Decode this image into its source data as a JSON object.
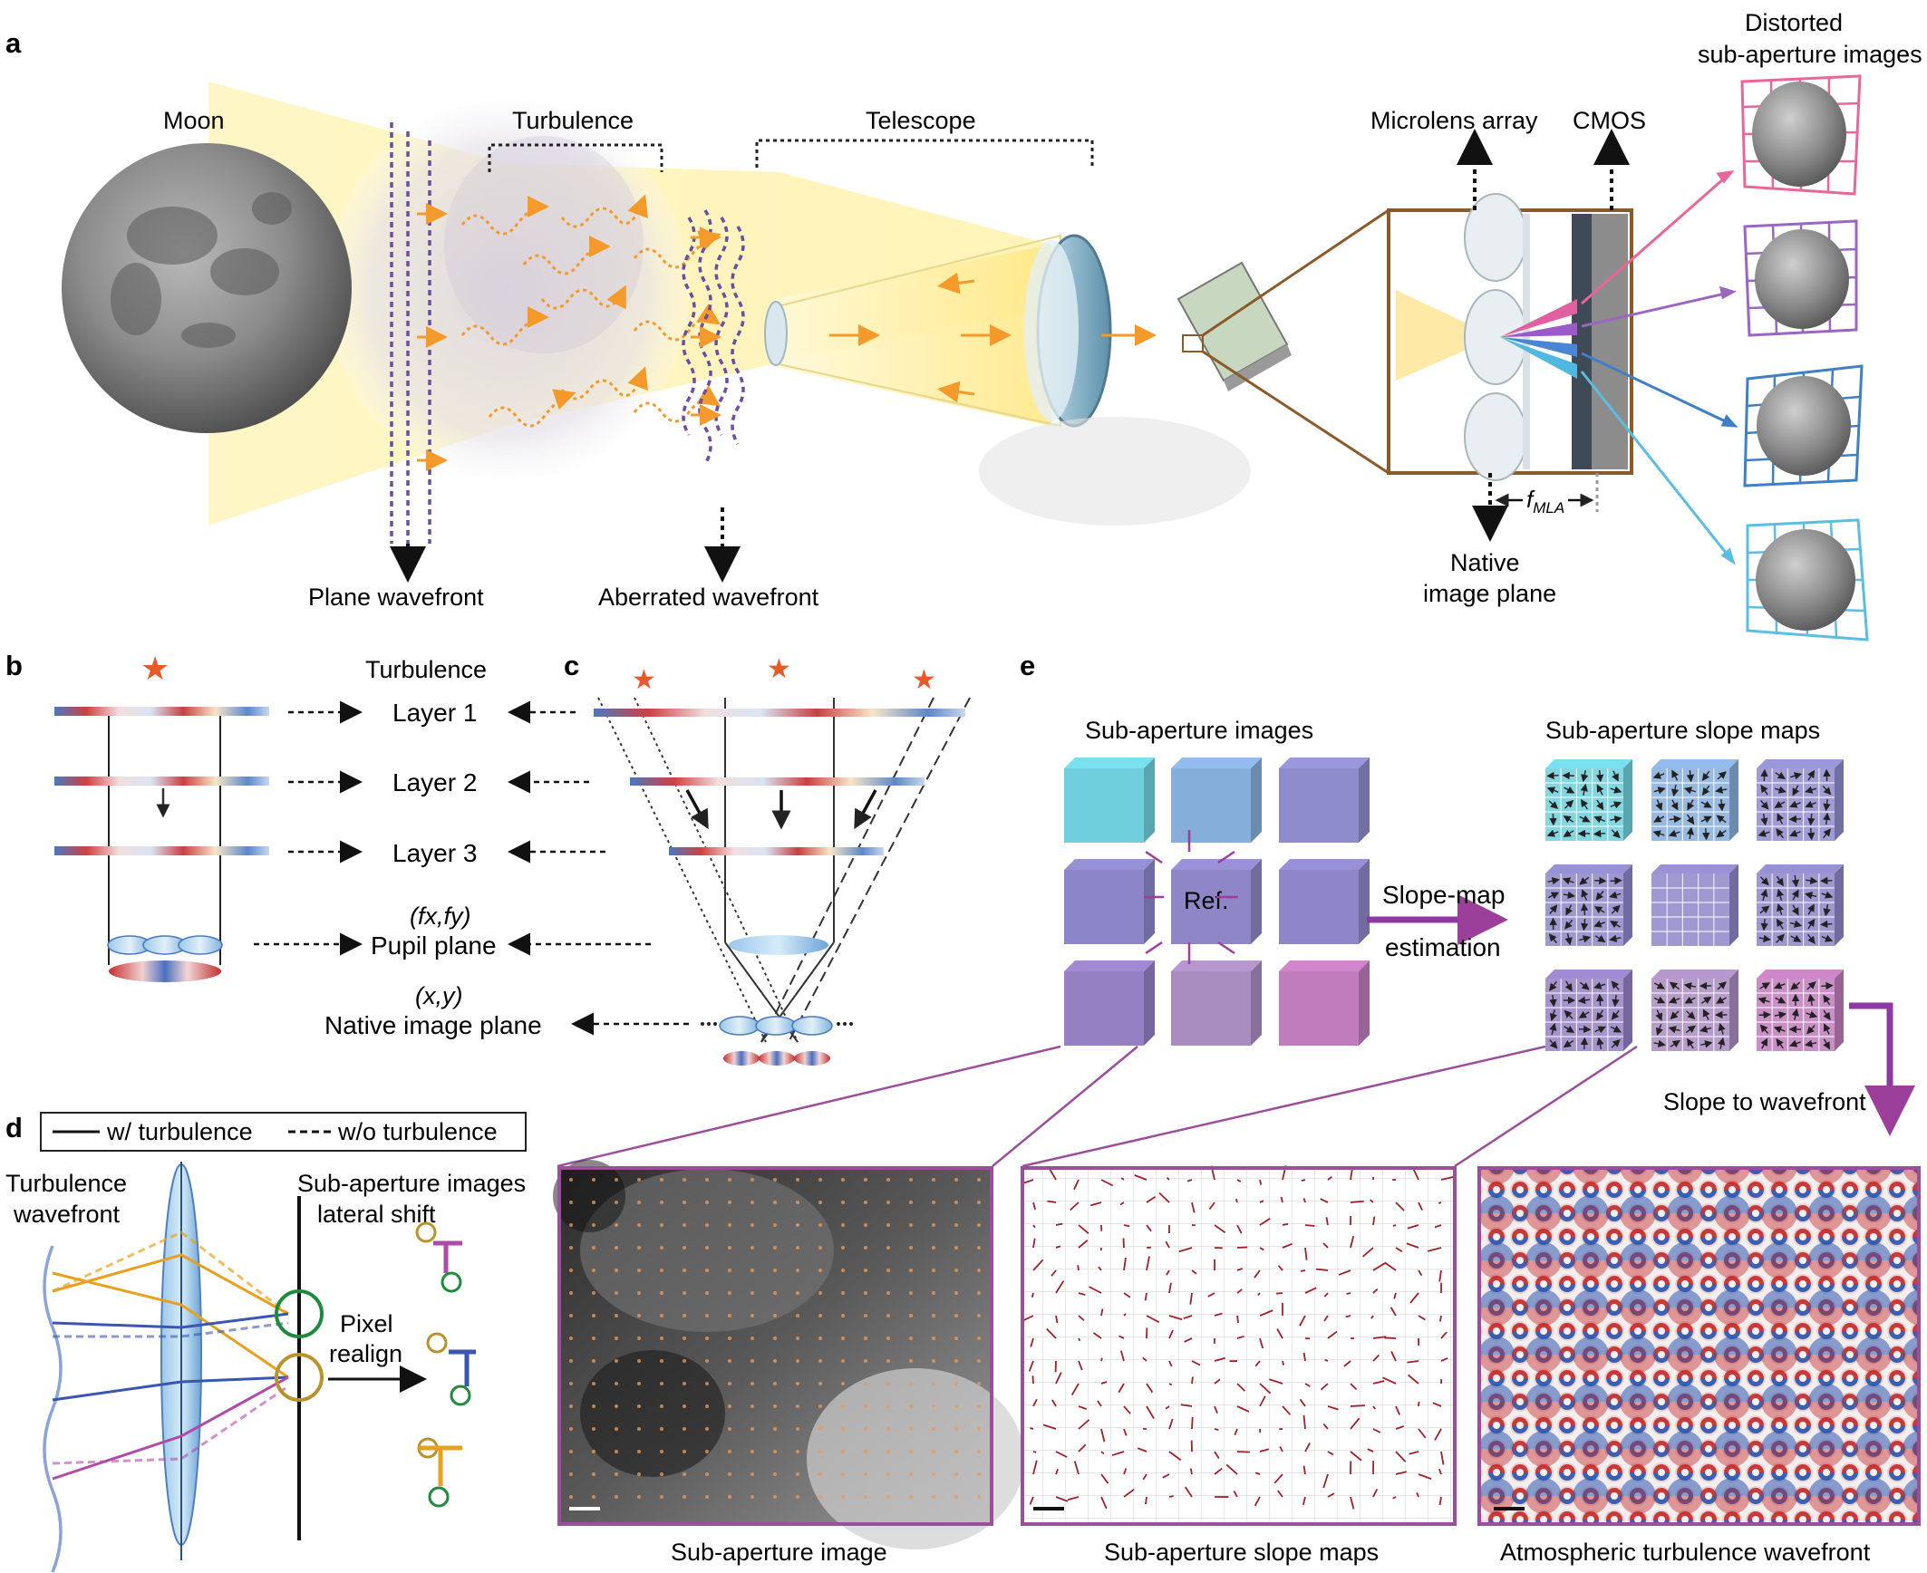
{
  "panels": {
    "a": "a",
    "b": "b",
    "c": "c",
    "d": "d",
    "e": "e"
  },
  "panel_a": {
    "moon": "Moon",
    "turbulence": "Turbulence",
    "telescope": "Telescope",
    "microlens": "Microlens array",
    "cmos": "CMOS",
    "distorted_line1": "Distorted",
    "distorted_line2": "sub-aperture images",
    "plane_wavefront": "Plane wavefront",
    "aberrated_wavefront": "Aberrated wavefront",
    "native_line1": "Native",
    "native_line2": "image plane",
    "f_mla": "f",
    "f_mla_sub": "MLA"
  },
  "panel_b": {
    "turbulence": "Turbulence",
    "layer1": "Layer 1",
    "layer2": "Layer 2",
    "layer3": "Layer 3",
    "freq_coords": "(fx,fy)",
    "pupil_plane": "Pupil plane",
    "space_coords": "(x,y)",
    "native_image_plane": "Native image plane"
  },
  "panel_d": {
    "legend_with": "w/ turbulence",
    "legend_without": "w/o turbulence",
    "turb_line1": "Turbulence",
    "turb_line2": "wavefront",
    "sub_line1": "Sub-aperture images",
    "sub_line2": "lateral shift",
    "pixel_line1": "Pixel",
    "pixel_line2": "realign"
  },
  "panel_e": {
    "sub_images": "Sub-aperture images",
    "ref": "Ref.",
    "slope_line1": "Slope-map",
    "slope_line2": "estimation",
    "slope_maps": "Sub-aperture slope maps",
    "slope_to_wavefront": "Slope to wavefront",
    "cap_image": "Sub-aperture image",
    "cap_slopes": "Sub-aperture slope maps",
    "cap_wavefront": "Atmospheric turbulence wavefront"
  },
  "colors": {
    "orange_arrow": "#f39a2b",
    "purple_dash": "#6a4fa0",
    "brown_frame": "#8a5a2b",
    "star": "#e85a2a",
    "magenta_frame": "#9b4f9b",
    "slope_arrow": "#a0202a",
    "tile_colors": [
      "#6fcfdc",
      "#86aedb",
      "#8f8ccc",
      "#8c86c8",
      "#8f86c8",
      "#8e86c8",
      "#9580c4",
      "#a98cc0",
      "#c07cbc"
    ],
    "sub_image_frames": [
      "#e8669a",
      "#9a66c0",
      "#3f7fc4",
      "#5bbde0"
    ]
  }
}
